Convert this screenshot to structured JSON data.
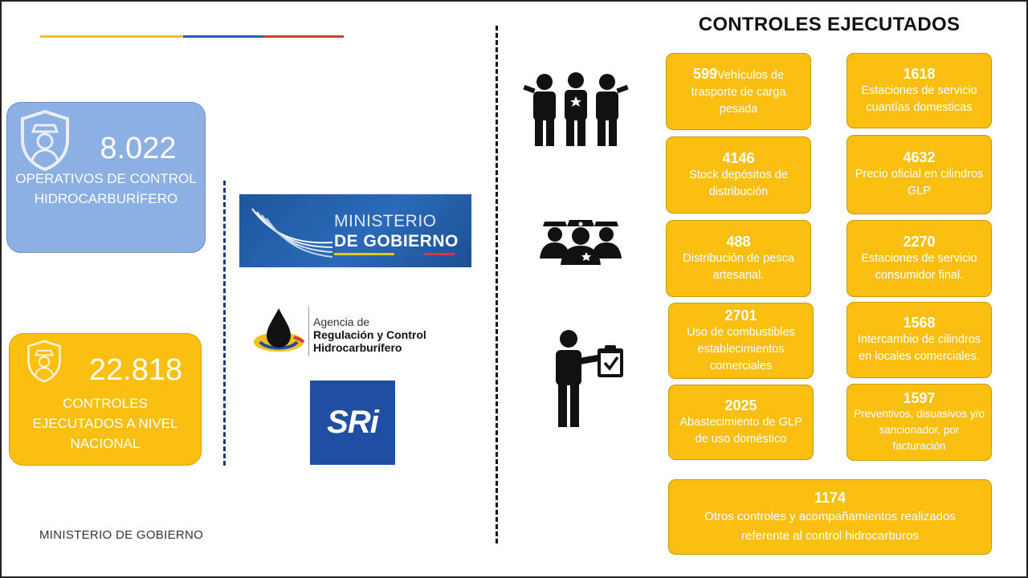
{
  "left": {
    "operativos": {
      "number": "8.022",
      "label": "OPERATIVOS DE CONTROL HIDROCARBURÍFERO"
    },
    "controles": {
      "number": "22.818",
      "label": "CONTROLES EJECUTADOS A NIVEL NACIONAL"
    },
    "footer": "MINISTERIO DE GOBIERNO"
  },
  "logos": {
    "ministerio": {
      "line1": "MINISTERIO",
      "line2": "DE GOBIERNO"
    },
    "arc": {
      "line1": "Agencia de",
      "line2": "Regulación y Control",
      "line3": "Hidrocarburífero"
    },
    "sri": "SRi"
  },
  "right": {
    "title": "CONTROLES EJECUTADOS",
    "cards": [
      {
        "number": "599",
        "text": "Vehículos de trasporte de carga pesada"
      },
      {
        "number": "1618",
        "text": "Estaciones de servicio cuantías domesticas"
      },
      {
        "number": "4146",
        "text": "Stock depósitos de distribución"
      },
      {
        "number": "4632",
        "text": "Precio oficial en cilindros GLP"
      },
      {
        "number": "488",
        "text": "Distribución de pesca artesanal."
      },
      {
        "number": "2270",
        "text": "Estaciones  de servicio consumidor final."
      },
      {
        "number": "2701",
        "text": "Uso de combustibles establecimientos comerciales"
      },
      {
        "number": "1568",
        "text": "Intercambio de cilindros en locales comerciales."
      },
      {
        "number": "2025",
        "text": "Abastecimiento de GLP de uso doméstico"
      },
      {
        "number": "1597",
        "text": "Preventivos, disuasivos y/o sancionador, por facturación"
      },
      {
        "number": "1174",
        "text": "Otros controles y acompañamientos realizados referente al control  hidrocarburos"
      }
    ]
  },
  "icons": [
    "police-group-icon",
    "police-officers-icon",
    "inspector-clipboard-icon",
    "police-shield-icon"
  ],
  "colors": {
    "accent_yellow": "#fbbf12",
    "box_blue": "#8cb0e3",
    "flag_yellow": "#f4c21a",
    "flag_blue": "#2d5fa8",
    "flag_red": "#d8393a"
  }
}
